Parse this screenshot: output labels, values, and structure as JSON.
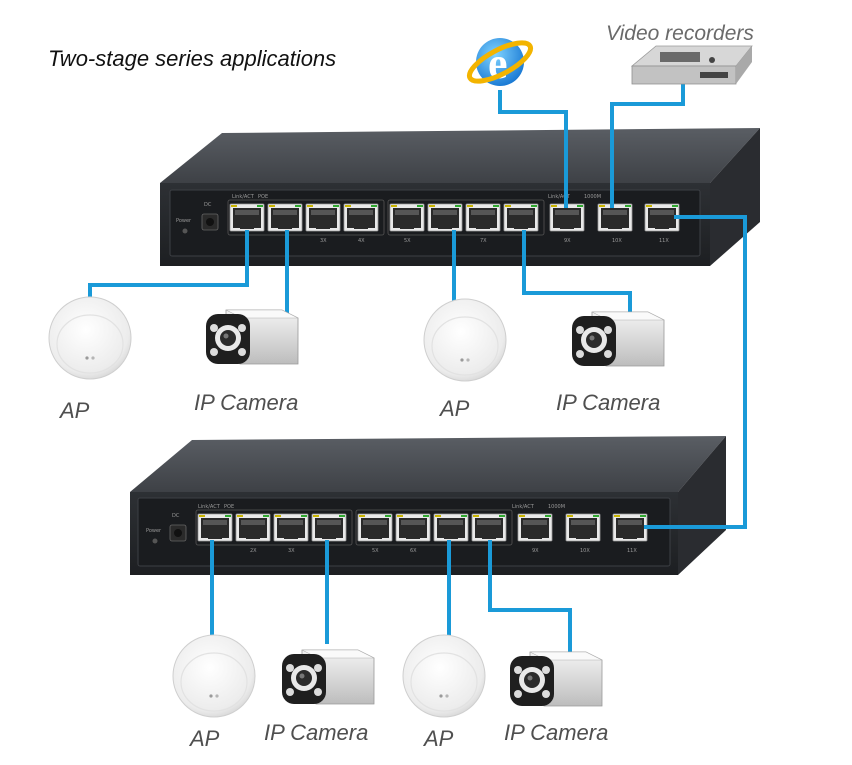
{
  "title": "Two-stage series applications",
  "recorder_label": "Video recorders",
  "switches": [
    {
      "ports": [
        "",
        "",
        "3X",
        "4X",
        "5X",
        "",
        "7X",
        "",
        "9X",
        "10X",
        "11X"
      ],
      "led_labels": {
        "link": "Link/ACT",
        "poe": "POE",
        "uplink": "1000M",
        "dc": "DC",
        "power": "Power"
      }
    },
    {
      "ports": [
        "",
        "2X",
        "3X",
        "",
        "5X",
        "6X",
        "",
        "",
        "9X",
        "10X",
        "11X"
      ],
      "led_labels": {
        "link": "Link/ACT",
        "poe": "POE",
        "uplink": "1000M",
        "dc": "DC",
        "power": "Power"
      }
    }
  ],
  "devices": {
    "top": [
      "AP",
      "IP Camera",
      "AP",
      "IP Camera"
    ],
    "bottom": [
      "AP",
      "IP Camera",
      "AP",
      "IP Camera"
    ]
  },
  "icons": [
    "internet-explorer-icon",
    "video-recorder-icon",
    "access-point-icon",
    "ip-camera-icon",
    "poe-switch-icon"
  ],
  "colors": {
    "cable": "#1a9ad8",
    "switch_body": "#3a3d42",
    "switch_panel": "#222427",
    "label": "#4f4f4f"
  }
}
